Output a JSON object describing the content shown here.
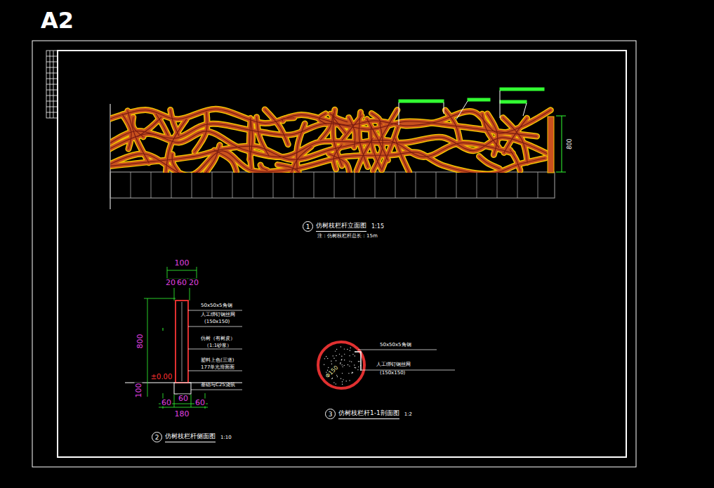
{
  "diagram": {
    "title": "A2",
    "nodes": [
      {
        "text": [
          "1",
          "仿树枝栏杆立面图"
        ]
      },
      {
        "text": [
          "2",
          "仿树枝栏杆侧面图"
        ]
      },
      {
        "text": [
          "3",
          "仿树枝栏杆1-1剖面图"
        ]
      }
    ],
    "edges": [],
    "labels": [
      "800",
      "注：仿树枝栏杆总长：15m",
      "1:15",
      "100",
      "20",
      "60",
      "20",
      "50x50x5角钢",
      "人工绑钉钢丝网",
      "(150x150)",
      "仿树（有树皮）",
      "（1:1砂浆）",
      "塑料上色(三道)",
      "177单光滑面面",
      "基础与C25浇筑",
      "800",
      "±0.00",
      "100",
      "60",
      "60",
      "60",
      "180",
      "1:10",
      "Φ150",
      "50x50x5角钢",
      "人工绑钉钢丝网",
      "(150x150)",
      "1:2"
    ]
  }
}
